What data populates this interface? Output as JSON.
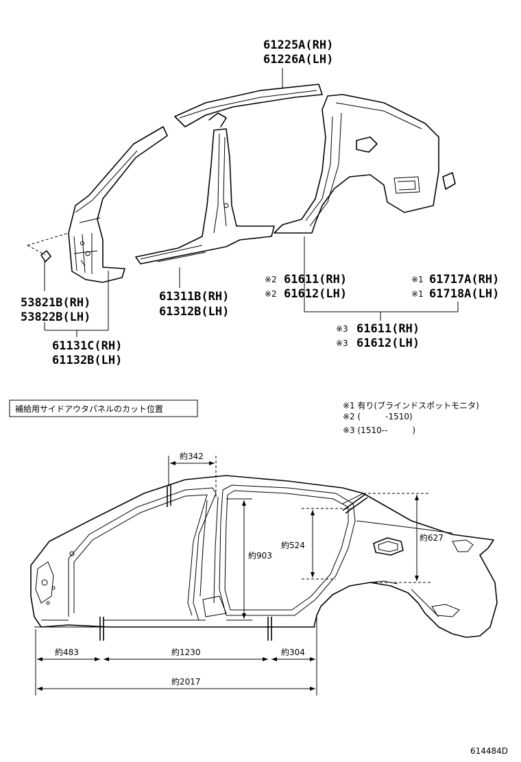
{
  "parts": {
    "roof_rail": [
      "61225A(RH)",
      "61226A(LH)"
    ],
    "pillar_reinf": [
      "53821B(RH)",
      "53822B(LH)"
    ],
    "front_pillar": [
      "61131C(RH)",
      "61132B(LH)"
    ],
    "rocker": [
      "61311B(RH)",
      "61312B(LH)"
    ],
    "quarter_a": [
      "61611(RH)",
      "61612(LH)"
    ],
    "quarter_a_marks": [
      "※2",
      "※2"
    ],
    "quarter_b": [
      "61717A(RH)",
      "61718A(LH)"
    ],
    "quarter_b_marks": [
      "※1",
      "※1"
    ],
    "quarter_c": [
      "61611(RH)",
      "61612(LH)"
    ],
    "quarter_c_marks": [
      "※3",
      "※3"
    ]
  },
  "cut_title": "補給用サイドアウタパネルのカット位置",
  "notes": [
    "※1 有り(ブラインドスポットモニタ)",
    "※2 (　　　-1510)",
    "※3 (1510--　　　)"
  ],
  "dimensions": {
    "d342": "約342",
    "d903": "約903",
    "d524": "約524",
    "d627": "約627",
    "d483": "約483",
    "d1230": "約1230",
    "d304": "約304",
    "d2017": "約2017"
  },
  "figure_id": "614484D"
}
